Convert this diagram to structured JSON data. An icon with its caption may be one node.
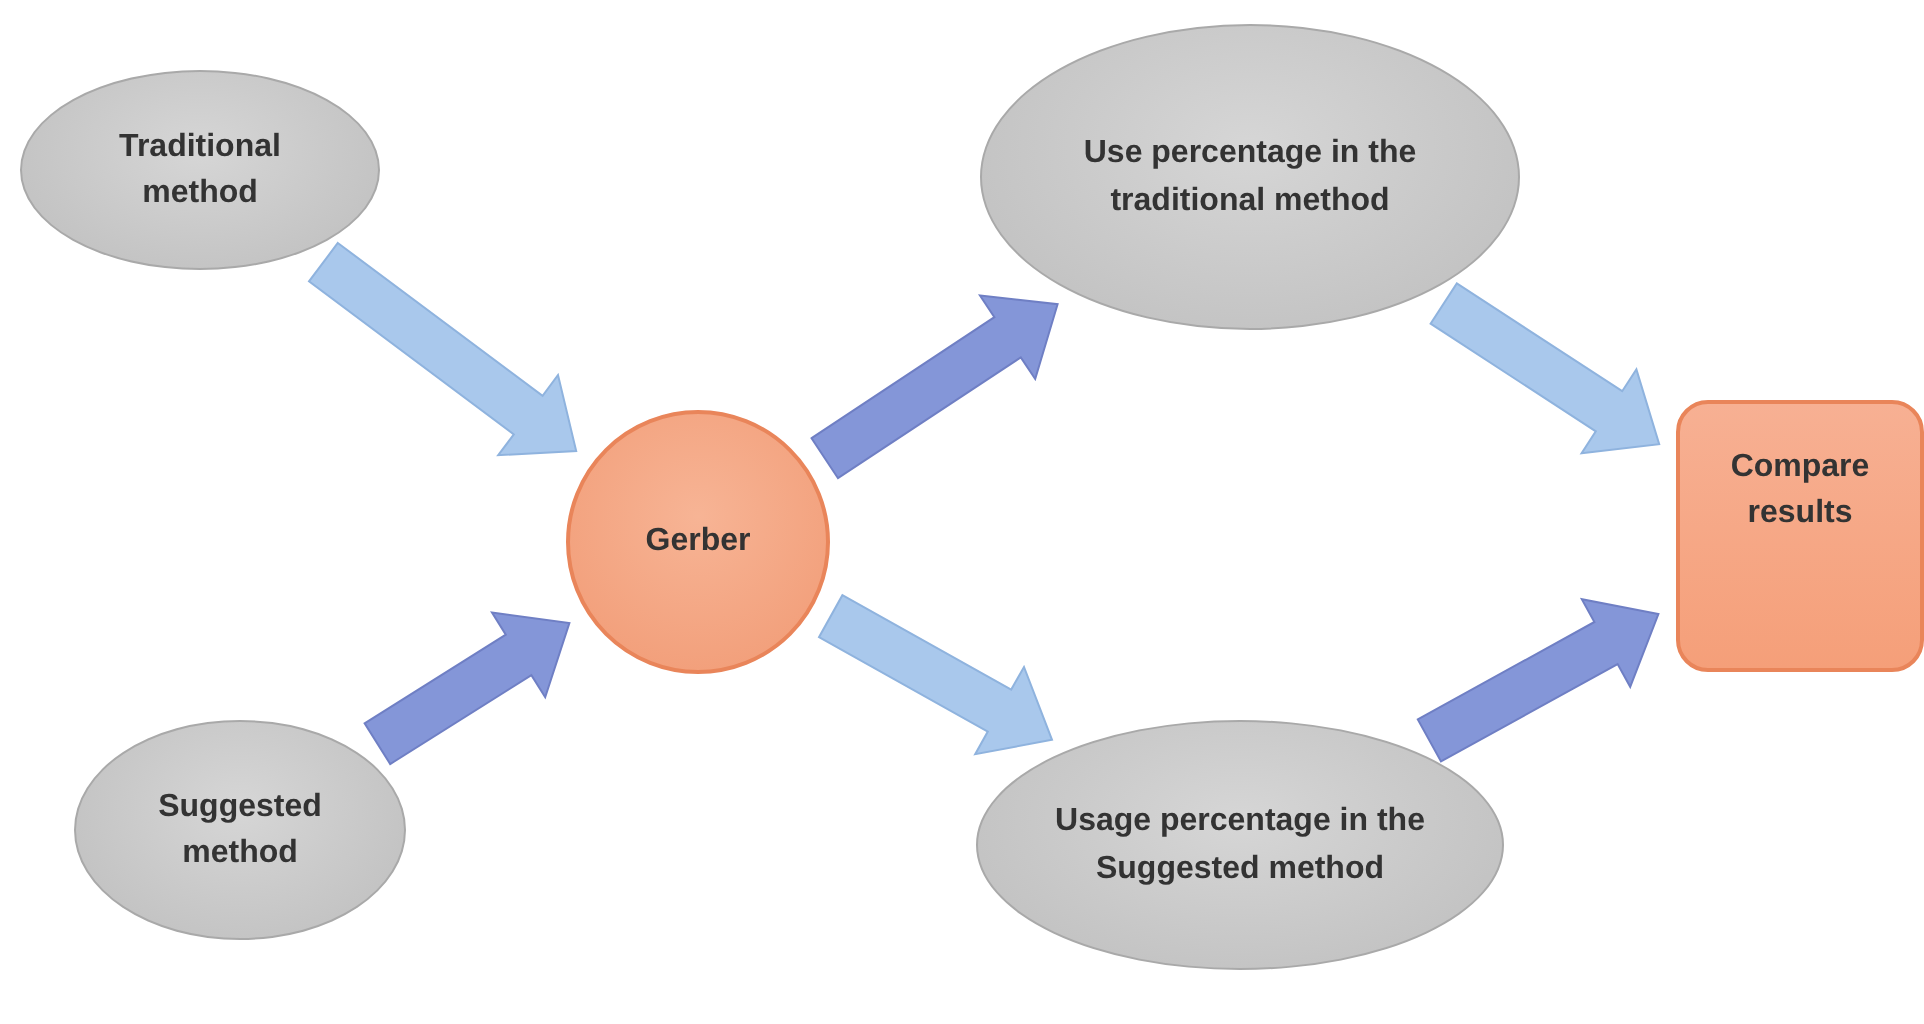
{
  "diagram": {
    "nodes": [
      {
        "text": [
          "Traditional method"
        ]
      },
      {
        "text": [
          "Suggested method"
        ]
      },
      {
        "text": [
          "Gerber"
        ]
      },
      {
        "text": [
          "Use percentage in the traditional method"
        ]
      },
      {
        "text": [
          "Usage percentage in the Suggested method"
        ]
      },
      {
        "text": [
          "Compare results"
        ]
      }
    ],
    "edges": [
      {
        "from": 0,
        "to": 2,
        "arrow": "to"
      },
      {
        "from": 1,
        "to": 2,
        "arrow": "to",
        "color": "#8496d8"
      },
      {
        "from": 2,
        "to": 3,
        "arrow": "to",
        "color": "#8496d8"
      },
      {
        "from": 2,
        "to": 4,
        "arrow": "to"
      },
      {
        "from": 3,
        "to": 5,
        "arrow": "to"
      },
      {
        "from": 4,
        "to": 5,
        "arrow": "to",
        "color": "#8496d8"
      }
    ]
  }
}
